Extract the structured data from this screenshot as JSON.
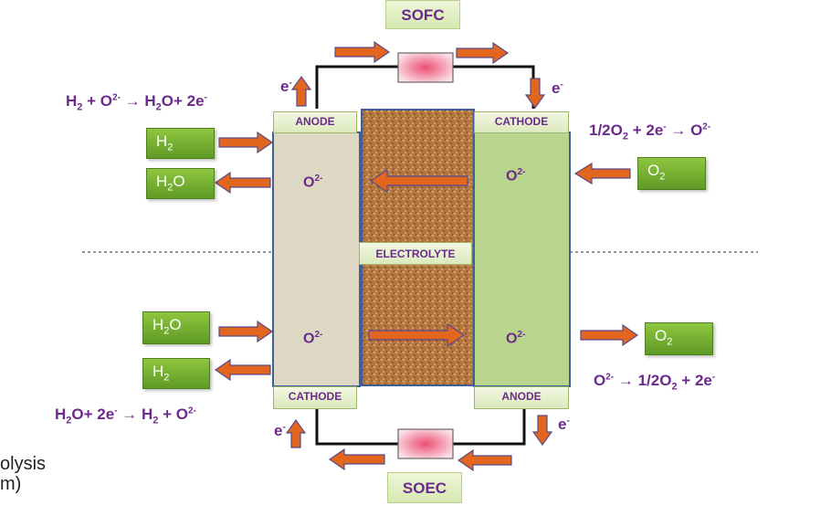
{
  "sofc_label": "SOFC",
  "soec_label": "SOEC",
  "electrolyte_label": "ELECTROLYTE",
  "sofc": {
    "anode_label": "ANODE",
    "cathode_label": "CATHODE",
    "anode_reaction": [
      "H",
      "2",
      " + O",
      "2-",
      " → H",
      "2",
      "O+ 2e",
      "-"
    ],
    "cathode_reaction": [
      "1/2O",
      "2",
      " + 2e",
      "-",
      " → O",
      "2-"
    ],
    "inputs": {
      "anode_in": [
        "H",
        "2"
      ],
      "anode_out": [
        "H",
        "2",
        "O"
      ],
      "cathode_in": [
        "O",
        "2"
      ]
    },
    "ion_left": [
      "O",
      "2-"
    ],
    "ion_right": [
      "O",
      "2-"
    ],
    "electron_left": [
      "e",
      "-"
    ],
    "electron_right": [
      "e",
      "-"
    ]
  },
  "soec": {
    "cathode_label": "CATHODE",
    "anode_label": "ANODE",
    "cathode_reaction": [
      "H",
      "2",
      "O+ 2e",
      "-",
      " → H",
      "2",
      " + O",
      "2-"
    ],
    "anode_reaction": [
      "O",
      "2-",
      " → 1/2O",
      "2",
      " + 2e",
      "-"
    ],
    "inputs": {
      "cathode_in": [
        "H",
        "2",
        "O"
      ],
      "cathode_out": [
        "H",
        "2"
      ],
      "anode_out": [
        "O",
        "2"
      ]
    },
    "ion_left": [
      "O",
      "2-"
    ],
    "ion_right": [
      "O",
      "2-"
    ],
    "electron_left": [
      "e",
      "-"
    ],
    "electron_right": [
      "e",
      "-"
    ]
  },
  "cut_caption": [
    "olysis",
    "m)"
  ],
  "colors": {
    "text_purple": "#6b2a8c",
    "arrow_orange": "#e2661e",
    "anode_fill": "#ddd8c4",
    "cathode_fill": "#b9d48d",
    "gas_green": "#6fae2c"
  }
}
